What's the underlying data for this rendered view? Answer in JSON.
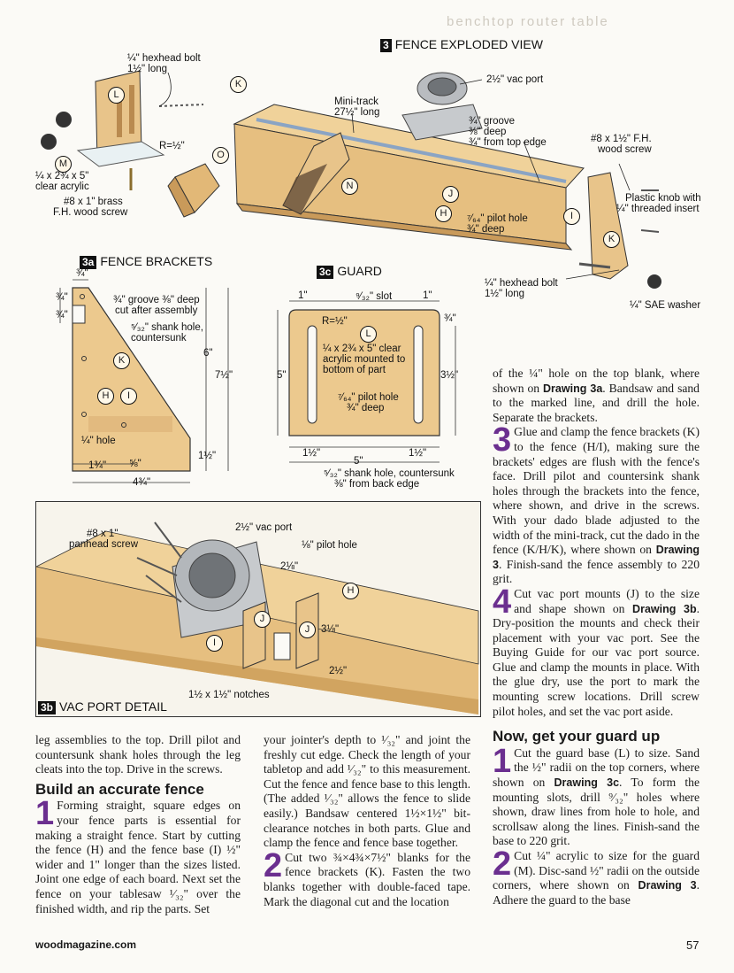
{
  "header_ghost": "benchtop router table",
  "fig3": {
    "badge": "3",
    "title": "FENCE EXPLODED VIEW",
    "labels": {
      "hexbolt_top": "¼\" hexhead bolt",
      "hexbolt_top2": "1½\" long",
      "vacport": "2½\" vac port",
      "minitrack": "Mini-track",
      "minitrack2": "27½\" long",
      "groove1": "¾\" groove",
      "groove2": "⅜\" deep",
      "groove3": "¾\" from top edge",
      "fh_screw1": "#8 x 1½\" F.H.",
      "fh_screw2": "wood screw",
      "radius": "R=½\"",
      "acrylic1": "¼ x 2¾ x 5\"",
      "acrylic2": "clear acrylic",
      "brass1": "#8 x 1\" brass",
      "brass2": "F.H. wood screw",
      "knob1": "Plastic knob with",
      "knob2": "¼\" threaded insert",
      "pilot1": "⁷⁄₆₄\" pilot hole",
      "pilot2": "¾\" deep",
      "hexbolt_bot": "¼\" hexhead bolt",
      "hexbolt_bot2": "1½\" long",
      "washer": "¼\" SAE washer"
    },
    "parts": [
      "L",
      "K",
      "M",
      "O",
      "N",
      "J",
      "H",
      "I",
      "K"
    ]
  },
  "fig3a": {
    "badge": "3a",
    "title": "FENCE BRACKETS",
    "labels": {
      "d1": "¾\"",
      "d2": "¾\"",
      "d3": "¾\"",
      "groove1": "¾\" groove ⅜\" deep",
      "groove2": "cut after assembly",
      "shank1": "⁵⁄₃₂\" shank hole,",
      "shank2": "countersunk",
      "h6": "6\"",
      "h75": "7½\"",
      "h15": "1½\"",
      "hole": "¼\" hole",
      "w134": "1¾\"",
      "w58": "⅝\"",
      "w434": "4¾\""
    },
    "parts": [
      "K",
      "H",
      "I"
    ]
  },
  "fig3c": {
    "badge": "3c",
    "title": "GUARD",
    "labels": {
      "w1": "1\"",
      "slot": "⁹⁄₃₂\" slot",
      "w1b": "1\"",
      "r": "R=½\"",
      "d34": "¾\"",
      "acr1": "¼ x 2¾ x 5\" clear",
      "acr2": "acrylic mounted to",
      "acr3": "bottom of part",
      "h5": "5\"",
      "h35": "3½\"",
      "pilot1": "⁷⁄₆₄\" pilot hole",
      "pilot2": "¾\" deep",
      "b15a": "1½\"",
      "b5": "5\"",
      "b15b": "1½\"",
      "shank1": "⁵⁄₃₂\" shank hole, countersunk",
      "shank2": "⅜\" from back edge"
    },
    "part": "L"
  },
  "fig3b": {
    "badge": "3b",
    "title": "VAC PORT DETAIL",
    "labels": {
      "screw1": "#8 x 1\"",
      "screw2": "panhead screw",
      "vacport": "2½\" vac port",
      "pilot": "⅛\" pilot hole",
      "d218": "2⅛\"",
      "d318": "3⅛\"",
      "d212": "2½\"",
      "notches": "1½ x 1½\" notches"
    },
    "parts": [
      "H",
      "J",
      "J",
      "I"
    ]
  },
  "col_left": {
    "p1": "leg assemblies to the top. Drill pilot and countersunk shank holes through the leg cleats into the top. Drive in the screws.",
    "heading": "Build an accurate fence",
    "step_num": "1",
    "step_text": "Forming straight, square edges on your fence parts is essential for making a straight fence. Start by cutting the fence (H) and the fence base (I) ½\" wider and 1\" longer than the sizes listed. Joint one edge of each board. Next set the fence on your tablesaw ¹⁄₃₂\" over the finished width, and rip the parts. Set"
  },
  "col_mid": {
    "p1": "your jointer's depth to ¹⁄₃₂\" and joint the freshly cut edge. Check the length of your tabletop and add ¹⁄₃₂\" to this measurement. Cut the fence and fence base to this length. (The added ¹⁄₃₂\" allows the fence to slide easily.) Bandsaw centered 1½×1½\" bit-clearance notches in both parts. Glue and clamp the fence and fence base together.",
    "step_num": "2",
    "step_text_a": "Cut two ¾×4¾×7½\" blanks for the fence brackets (K). Fasten the two blanks together with double-faced tape. Mark the diagonal cut and the location"
  },
  "col_right": {
    "p1a": "of the ¼\" hole on the top blank, where shown on",
    "p1ref": "Drawing 3a",
    "p1b": ". Bandsaw and sand to the marked line, and drill the hole. Separate the brackets.",
    "s3_num": "3",
    "s3a": "Glue and clamp the fence brackets (K) to the fence (H/I), making sure the brackets' edges are flush with the fence's face. Drill pilot and countersink shank holes through the brackets into the fence, where shown, and drive in the screws. With your dado blade adjusted to the width of the mini-track, cut the dado in the fence (K/H/K), where shown on",
    "s3ref": "Drawing 3",
    "s3b": ". Finish-sand the fence assembly to 220 grit.",
    "s4_num": "4",
    "s4a": "Cut vac port mounts (J) to the size and shape shown on",
    "s4ref": "Drawing 3b",
    "s4b": ". Dry-position the mounts and check their placement with your vac port. See the Buying Guide for our vac port source. Glue and clamp the mounts in place. With the glue dry, use the port to mark the mounting screw locations. Drill screw pilot holes, and set the vac port aside.",
    "heading": "Now, get your guard up",
    "g1_num": "1",
    "g1a": "Cut the guard base (L) to size. Sand the ½\" radii on the top corners, where shown on",
    "g1ref": "Drawing 3c",
    "g1b": ". To form the mounting slots, drill ⁹⁄₃₂\" holes where shown, draw lines from hole to hole, and scrollsaw along the lines. Finish-sand the base to 220 grit.",
    "g2_num": "2",
    "g2a": "Cut ¼\" acrylic to size for the guard (M). Disc-sand ½\" radii on the outside corners, where shown on",
    "g2ref": "Drawing 3",
    "g2b": ". Adhere the guard to the base"
  },
  "footer": {
    "site": "woodmagazine.com",
    "page": "57"
  }
}
